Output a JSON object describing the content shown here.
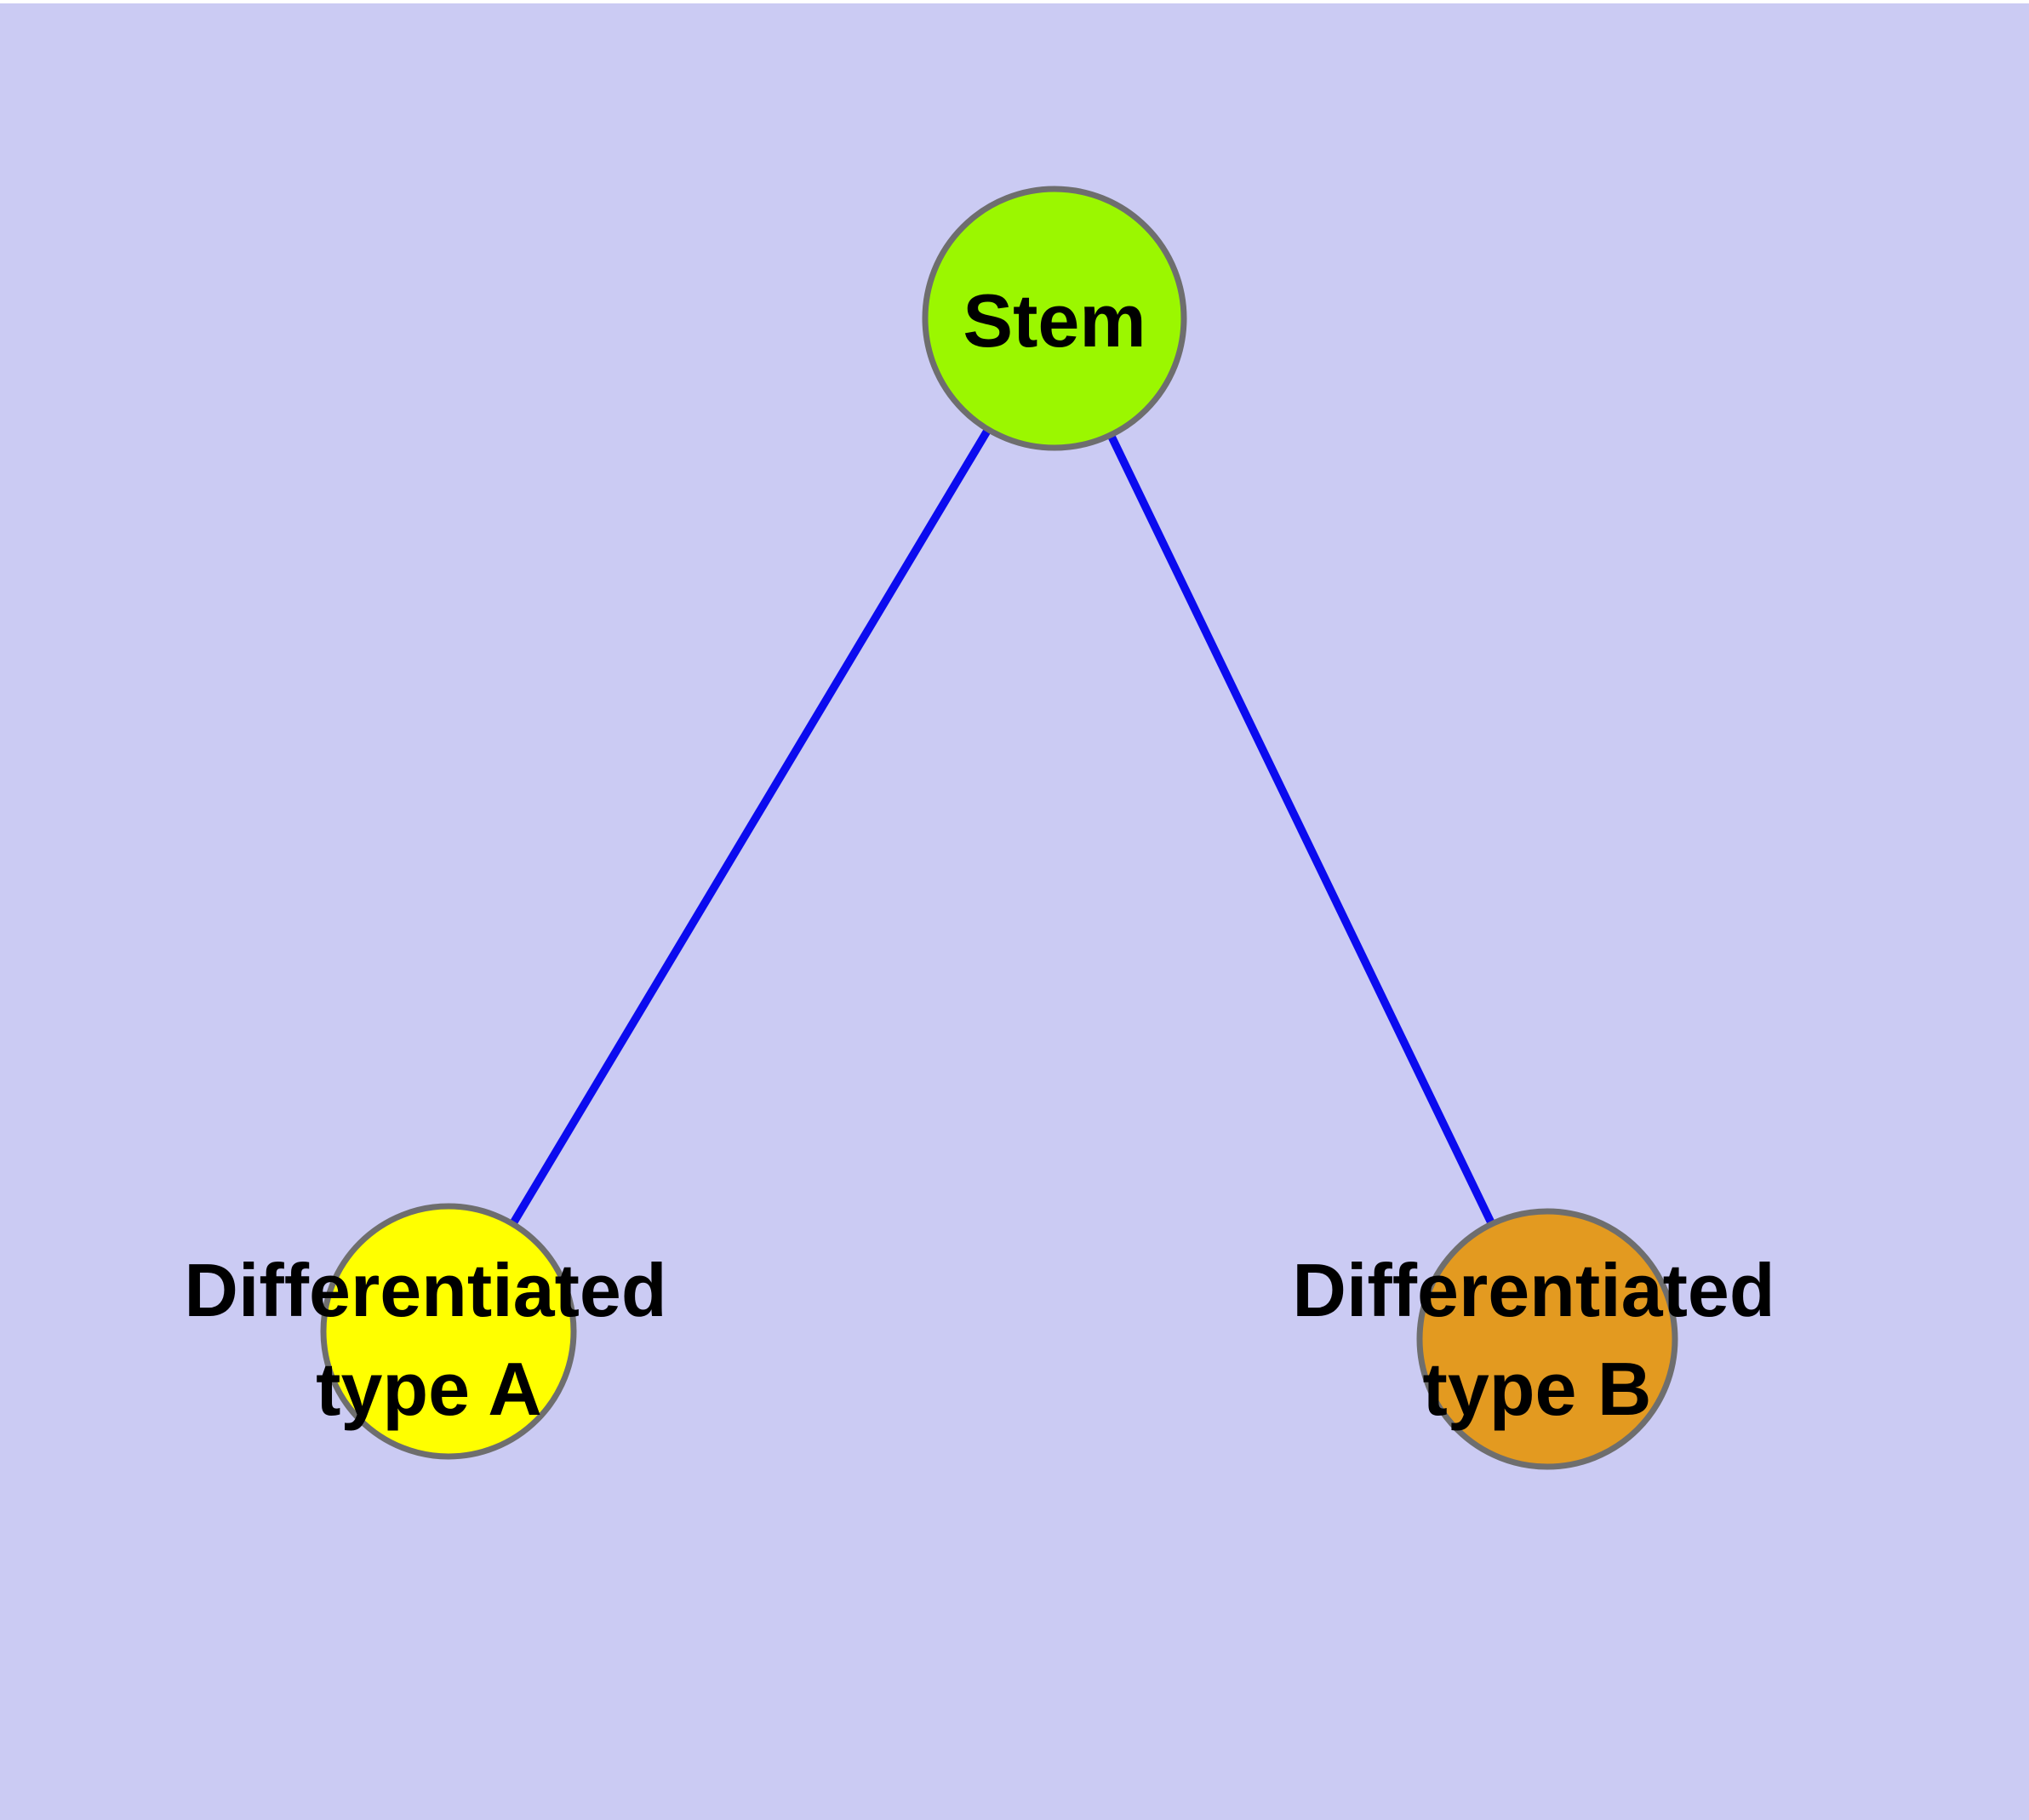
{
  "canvas": {
    "background_color": "#CBCBF3",
    "top_strip_color": "#FFFFFF"
  },
  "diagram": {
    "type": "node-link-graph",
    "description": "Stem cell differentiation diagram: one stem node connected to two differentiated cell-type nodes",
    "node_border_color": "#6E6E6E",
    "edge_color": "#0B0BEF",
    "label_color": "#000000",
    "nodes": [
      {
        "id": "stem",
        "label": "Stem",
        "lines": [
          "Stem"
        ],
        "color": "#9BF700"
      },
      {
        "id": "differentiated-type-a",
        "label": "Differentiated type A",
        "lines": [
          "Differentiated",
          "type A"
        ],
        "color": "#FFFF00"
      },
      {
        "id": "differentiated-type-b",
        "label": "Differentiated type B",
        "lines": [
          "Differentiated",
          "type B"
        ],
        "color": "#E39A20"
      }
    ],
    "edges": [
      {
        "from": "Stem",
        "to": "Differentiated type A"
      },
      {
        "from": "Stem",
        "to": "Differentiated type B"
      }
    ]
  }
}
